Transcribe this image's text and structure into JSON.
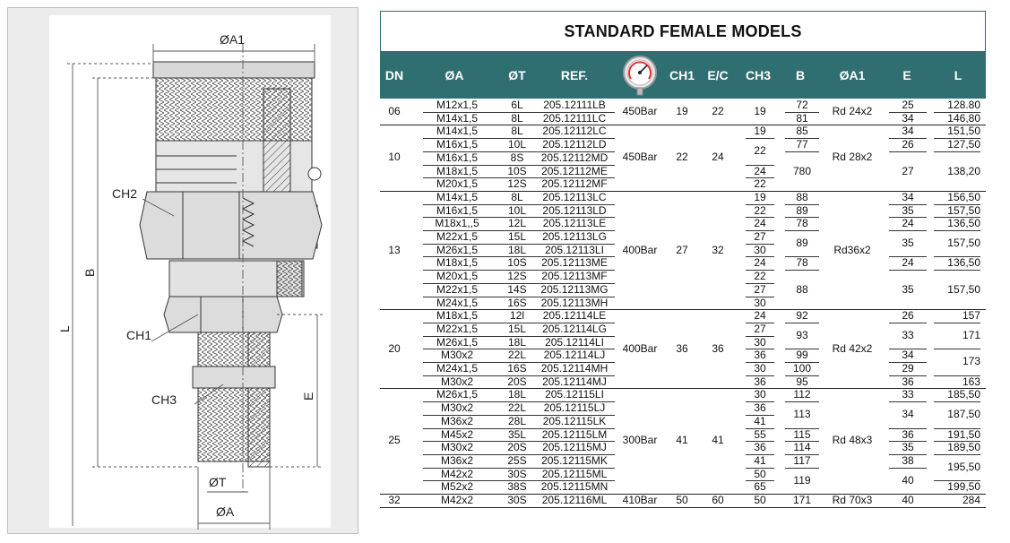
{
  "drawing": {
    "labels": {
      "a1": "ØA1",
      "b": "B",
      "l": "L",
      "e": "E",
      "ch1": "CH1",
      "ch2": "CH2",
      "ch3": "CH3",
      "t": "ØT",
      "a": "ØA"
    }
  },
  "table": {
    "title": "STANDARD FEMALE MODELS",
    "headers": [
      "DN",
      "ØA",
      "ØT",
      "REF.",
      "",
      "CH1",
      "E/C",
      "CH3",
      "B",
      "ØA1",
      "E",
      "L"
    ],
    "gauge_icon": "pressure-gauge-icon",
    "header_color": "#2f6f72",
    "groups": [
      {
        "dn": "06",
        "pressure": "450Bar",
        "ch1": "19",
        "ec": "22",
        "a1": "Rd 24x2",
        "rows": [
          {
            "a": "M12x1,5",
            "t": "6L",
            "ref": "205.12111LB"
          },
          {
            "a": "M14x1,5",
            "t": "8L",
            "ref": "205.12111LC"
          }
        ],
        "ch3": [
          {
            "v": "19",
            "span": 2
          }
        ],
        "b": [
          {
            "v": "72",
            "span": 1
          },
          {
            "v": "81",
            "span": 1
          }
        ],
        "e": [
          {
            "v": "25",
            "span": 1
          },
          {
            "v": "34",
            "span": 1
          }
        ],
        "l": [
          {
            "v": "128.80",
            "span": 1
          },
          {
            "v": "146,80",
            "span": 1
          }
        ]
      },
      {
        "dn": "10",
        "pressure": "450Bar",
        "ch1": "22",
        "ec": "24",
        "a1": "Rd 28x2",
        "rows": [
          {
            "a": "M14x1,5",
            "t": "8L",
            "ref": "205.12112LC"
          },
          {
            "a": "M16x1,5",
            "t": "10L",
            "ref": "205.12112LD"
          },
          {
            "a": "M16x1,5",
            "t": "8S",
            "ref": "205.12112MD"
          },
          {
            "a": "M18x1,5",
            "t": "10S",
            "ref": "205.12112ME"
          },
          {
            "a": "M20x1,5",
            "t": "12S",
            "ref": "205.12112MF"
          }
        ],
        "ch3": [
          {
            "v": "19",
            "span": 1
          },
          {
            "v": "22",
            "span": 2
          },
          {
            "v": "24",
            "span": 1
          },
          {
            "v": "22",
            "span": 1
          }
        ],
        "b": [
          {
            "v": "85",
            "span": 1
          },
          {
            "v": "77",
            "span": 1
          },
          {
            "v": "780",
            "span": 3
          }
        ],
        "e": [
          {
            "v": "34",
            "span": 1
          },
          {
            "v": "26",
            "span": 1
          },
          {
            "v": "27",
            "span": 3
          }
        ],
        "l": [
          {
            "v": "151,50",
            "span": 1
          },
          {
            "v": "127,50",
            "span": 1
          },
          {
            "v": "138,20",
            "span": 3
          }
        ]
      },
      {
        "dn": "13",
        "pressure": "400Bar",
        "ch1": "27",
        "ec": "32",
        "a1": "Rd36x2",
        "rows": [
          {
            "a": "M14x1,5",
            "t": "8L",
            "ref": "205.12113LC"
          },
          {
            "a": "M16x1,5",
            "t": "10L",
            "ref": "205.12113LD"
          },
          {
            "a": "M18x1,,5",
            "t": "12L",
            "ref": "205.12113LE"
          },
          {
            "a": "M22x1,5",
            "t": "15L",
            "ref": "205.12113LG"
          },
          {
            "a": "M26x1,5",
            "t": "18L",
            "ref": "205.12113LI"
          },
          {
            "a": "M18x1,5",
            "t": "10S",
            "ref": "205.12113ME"
          },
          {
            "a": "M20x1,5",
            "t": "12S",
            "ref": "205.12113MF"
          },
          {
            "a": "M22x1,5",
            "t": "14S",
            "ref": "205.12113MG"
          },
          {
            "a": "M24x1,5",
            "t": "16S",
            "ref": "205.12113MH"
          }
        ],
        "ch3": [
          {
            "v": "19",
            "span": 1
          },
          {
            "v": "22",
            "span": 1
          },
          {
            "v": "24",
            "span": 1
          },
          {
            "v": "27",
            "span": 1
          },
          {
            "v": "30",
            "span": 1
          },
          {
            "v": "24",
            "span": 1
          },
          {
            "v": "22",
            "span": 1
          },
          {
            "v": "27",
            "span": 1
          },
          {
            "v": "30",
            "span": 1
          }
        ],
        "b": [
          {
            "v": "88",
            "span": 1
          },
          {
            "v": "89",
            "span": 1
          },
          {
            "v": "78",
            "span": 1
          },
          {
            "v": "89",
            "span": 2
          },
          {
            "v": "78",
            "span": 1
          },
          {
            "v": "88",
            "span": 3
          }
        ],
        "e": [
          {
            "v": "34",
            "span": 1
          },
          {
            "v": "35",
            "span": 1
          },
          {
            "v": "24",
            "span": 1
          },
          {
            "v": "35",
            "span": 2
          },
          {
            "v": "24",
            "span": 1
          },
          {
            "v": "35",
            "span": 3
          }
        ],
        "l": [
          {
            "v": "156,50",
            "span": 1
          },
          {
            "v": "157,50",
            "span": 1
          },
          {
            "v": "136,50",
            "span": 1
          },
          {
            "v": "157,50",
            "span": 2
          },
          {
            "v": "136,50",
            "span": 1
          },
          {
            "v": "157,50",
            "span": 3
          }
        ]
      },
      {
        "dn": "20",
        "pressure": "400Bar",
        "ch1": "36",
        "ec": "36",
        "a1": "Rd 42x2",
        "rows": [
          {
            "a": "M18x1,5",
            "t": "12l",
            "ref": "205.12114LE"
          },
          {
            "a": "M22x1,5",
            "t": "15L",
            "ref": "205.12114LG"
          },
          {
            "a": "M26x1,5",
            "t": "18L",
            "ref": "205.12114LI"
          },
          {
            "a": "M30x2",
            "t": "22L",
            "ref": "205.12114LJ"
          },
          {
            "a": "M24x1,5",
            "t": "16S",
            "ref": "205.12114MH"
          },
          {
            "a": "M30x2",
            "t": "20S",
            "ref": "205.12114MJ"
          }
        ],
        "ch3": [
          {
            "v": "24",
            "span": 1
          },
          {
            "v": "27",
            "span": 1
          },
          {
            "v": "30",
            "span": 1
          },
          {
            "v": "36",
            "span": 1
          },
          {
            "v": "30",
            "span": 1
          },
          {
            "v": "36",
            "span": 1
          }
        ],
        "b": [
          {
            "v": "92",
            "span": 1
          },
          {
            "v": "93",
            "span": 2
          },
          {
            "v": "99",
            "span": 1
          },
          {
            "v": "100",
            "span": 1
          },
          {
            "v": "95",
            "span": 1
          }
        ],
        "e": [
          {
            "v": "26",
            "span": 1
          },
          {
            "v": "33",
            "span": 2
          },
          {
            "v": "34",
            "span": 1
          },
          {
            "v": "29",
            "span": 1
          },
          {
            "v": "36",
            "span": 1
          }
        ],
        "l": [
          {
            "v": "157",
            "span": 1
          },
          {
            "v": "171",
            "span": 2
          },
          {
            "v": "173",
            "span": 2
          },
          {
            "v": "163",
            "span": 1
          }
        ]
      },
      {
        "dn": "25",
        "pressure": "300Bar",
        "ch1": "41",
        "ec": "41",
        "a1": "Rd 48x3",
        "rows": [
          {
            "a": "M26x1,5",
            "t": "18L",
            "ref": "205.12115LI"
          },
          {
            "a": "M30x2",
            "t": "22L",
            "ref": "205.12115LJ"
          },
          {
            "a": "M36x2",
            "t": "28L",
            "ref": "205.12115LK"
          },
          {
            "a": "M45x2",
            "t": "35L",
            "ref": "205.12115LM"
          },
          {
            "a": "M30x2",
            "t": "20S",
            "ref": "205.12115MJ"
          },
          {
            "a": "M36x2",
            "t": "25S",
            "ref": "205.12115MK"
          },
          {
            "a": "M42x2",
            "t": "30S",
            "ref": "205.12115ML"
          },
          {
            "a": "M52x2",
            "t": "38S",
            "ref": "205.12115MN"
          }
        ],
        "ch3": [
          {
            "v": "30",
            "span": 1
          },
          {
            "v": "36",
            "span": 1
          },
          {
            "v": "41",
            "span": 1
          },
          {
            "v": "55",
            "span": 1
          },
          {
            "v": "36",
            "span": 1
          },
          {
            "v": "41",
            "span": 1
          },
          {
            "v": "50",
            "span": 1
          },
          {
            "v": "65",
            "span": 1
          }
        ],
        "b": [
          {
            "v": "112",
            "span": 1
          },
          {
            "v": "113",
            "span": 2
          },
          {
            "v": "115",
            "span": 1
          },
          {
            "v": "114",
            "span": 1
          },
          {
            "v": "117",
            "span": 1
          },
          {
            "v": "119",
            "span": 2
          }
        ],
        "e": [
          {
            "v": "33",
            "span": 1
          },
          {
            "v": "34",
            "span": 2
          },
          {
            "v": "36",
            "span": 1
          },
          {
            "v": "35",
            "span": 1
          },
          {
            "v": "38",
            "span": 1
          },
          {
            "v": "40",
            "span": 2
          }
        ],
        "l": [
          {
            "v": "185,50",
            "span": 1
          },
          {
            "v": "187,50",
            "span": 2
          },
          {
            "v": "191,50",
            "span": 1
          },
          {
            "v": "189,50",
            "span": 1
          },
          {
            "v": "195,50",
            "span": 2
          },
          {
            "v": "199,50",
            "span": 1
          }
        ]
      },
      {
        "dn": "32",
        "pressure": "410Bar",
        "ch1": "50",
        "ec": "60",
        "a1": "Rd 70x3",
        "rows": [
          {
            "a": "M42x2",
            "t": "30S",
            "ref": "205.12116ML"
          }
        ],
        "ch3": [
          {
            "v": "50",
            "span": 1
          }
        ],
        "b": [
          {
            "v": "171",
            "span": 1
          }
        ],
        "e": [
          {
            "v": "40",
            "span": 1
          }
        ],
        "l": [
          {
            "v": "284",
            "span": 1
          }
        ]
      }
    ]
  }
}
